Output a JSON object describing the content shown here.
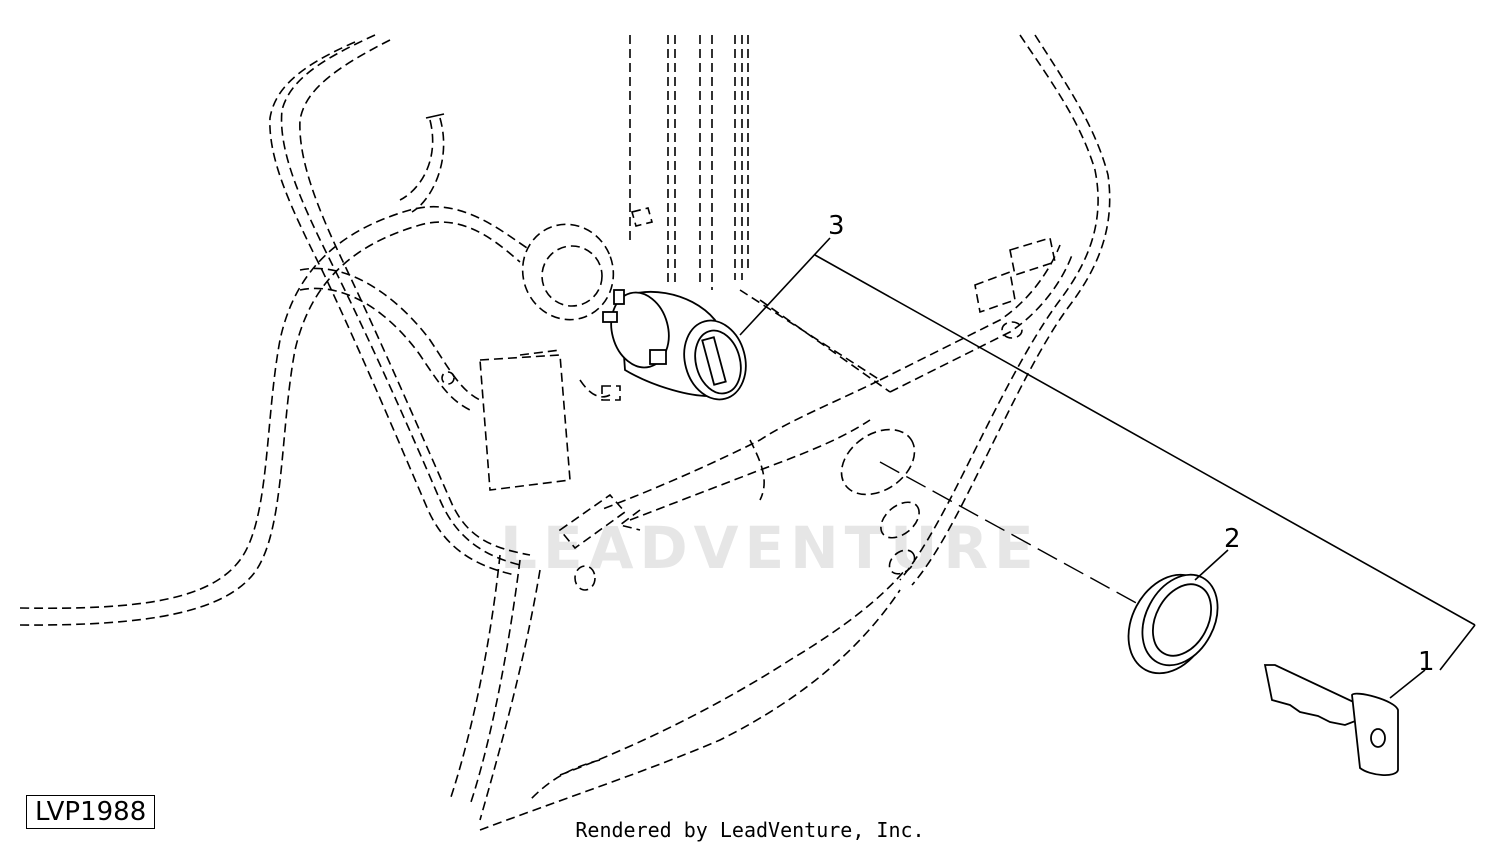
{
  "figure_id": "LVP1988",
  "credit": "Rendered by LeadVenture, Inc.",
  "watermark": "LEADVENTURE",
  "callouts": [
    {
      "id": "1",
      "label": "1"
    },
    {
      "id": "2",
      "label": "2"
    },
    {
      "id": "3",
      "label": "3"
    }
  ],
  "colors": {
    "line": "#000000",
    "watermark": "#e6e6e6",
    "background": "#ffffff"
  }
}
